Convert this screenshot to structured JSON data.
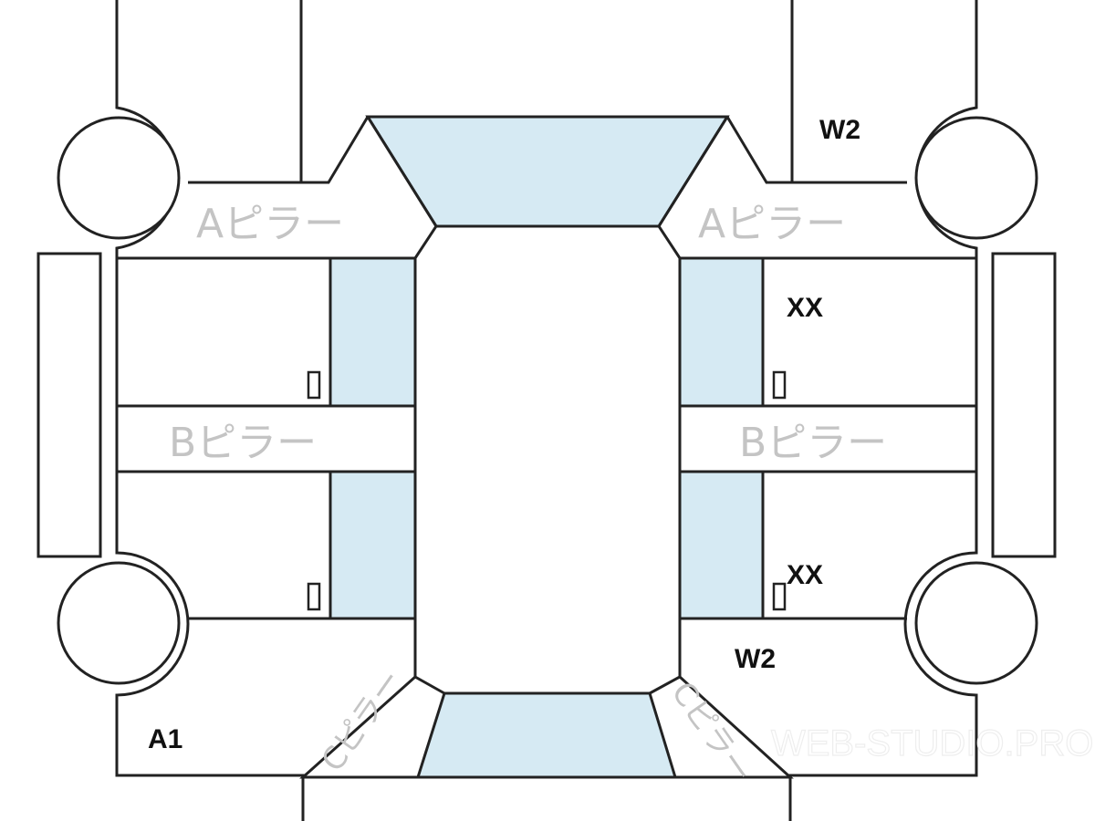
{
  "labels": {
    "a_pillar_left": "Aピラー",
    "a_pillar_right": "Aピラー",
    "b_pillar_left": "Bピラー",
    "b_pillar_right": "Bピラー",
    "c_pillar_left": "Cピラー",
    "c_pillar_right": "Cピラー",
    "w2_top": "W2",
    "w2_bottom": "W2",
    "xx_top": "XX",
    "xx_bottom": "XX",
    "a1": "A1"
  },
  "watermark": "WEB-STUDIO.PRO",
  "colors": {
    "glass": "#d6eaf3",
    "outline": "#222222",
    "pillar_text": "#c4c4c4"
  }
}
